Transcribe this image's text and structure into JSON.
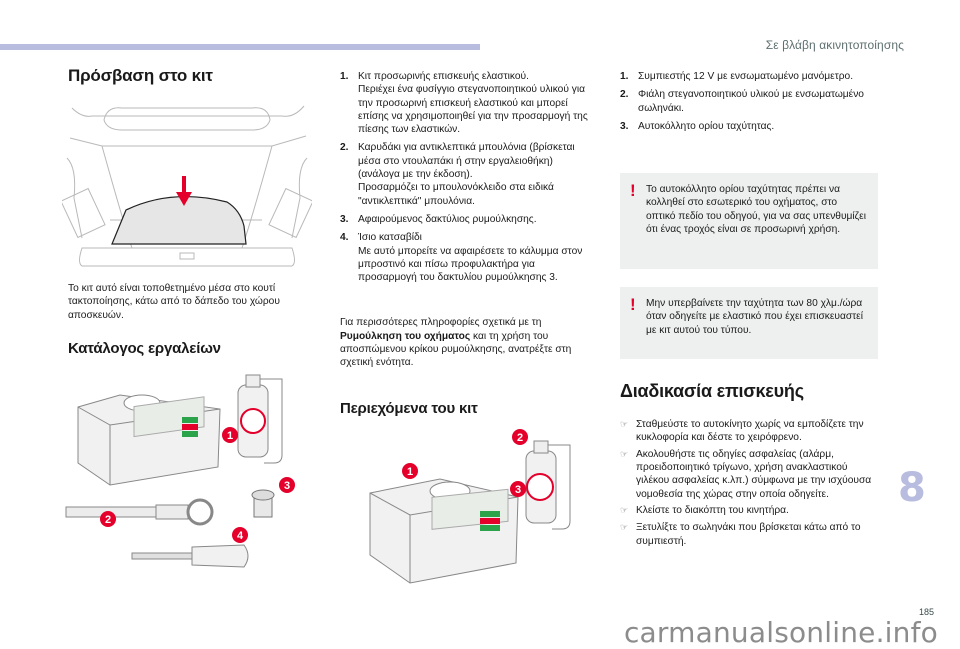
{
  "header": {
    "section_title": "Σε βλάβη ακινητοποίησης",
    "accent_color": "#b8bcdf"
  },
  "column1": {
    "title": "Πρόσβαση στο κιτ",
    "trunk_image_alt": "trunk-floor-illustration",
    "location_text": "Το κιτ αυτό είναι τοποθετημένο μέσα στο κουτί τακτοποίησης, κάτω από το δάπεδο του χώρου αποσκευών.",
    "tools_heading": "Κατάλογος εργαλείων",
    "tool_badges": [
      "1",
      "2",
      "3",
      "4"
    ]
  },
  "column2": {
    "items": [
      {
        "num": "1.",
        "lines": [
          "Κιτ προσωρινής επισκευής ελαστικού.",
          "Περιέχει ένα φυσίγγιο στεγανοποιητικού υλικού για την προσωρινή επισκευή ελαστικού και μπορεί επίσης να χρησιμοποιηθεί για την προσαρμογή της πίεσης των ελαστικών."
        ]
      },
      {
        "num": "2.",
        "lines": [
          "Καρυδάκι για αντικλεπτικά μπουλόνια (βρίσκεται μέσα στο ντουλαπάκι ή στην εργαλειοθήκη) (ανάλογα με την έκδοση).",
          "Προσαρμόζει το μπουλονόκλειδο στα ειδικά \"αντικλεπτικά\" μπουλόνια."
        ]
      },
      {
        "num": "3.",
        "lines": [
          "Αφαιρούμενος δακτύλιος ρυμούλκησης."
        ]
      },
      {
        "num": "4.",
        "lines": [
          "Ίσιο κατσαβίδι",
          "Με αυτό μπορείτε να αφαιρέσετε το κάλυμμα στον μπροστινό και πίσω προφυλακτήρα για προσαρμογή του δακτυλίου ρυμούλκησης 3."
        ]
      }
    ],
    "info_prefix": "Για περισσότερες πληροφορίες σχετικά με τη ",
    "info_bold": "Ρυμούλκηση του οχήματος",
    "info_suffix": " και τη χρήση του αποσπώμενου κρίκου ρυμούλκησης, ανατρέξτε στη σχετική ενότητα.",
    "contents_heading": "Περιεχόμενα του κιτ",
    "kit_badges": [
      "1",
      "2",
      "3"
    ]
  },
  "column3": {
    "items": [
      {
        "num": "1.",
        "text": "Συμπιεστής 12 V με ενσωματωμένο μανόμετρο."
      },
      {
        "num": "2.",
        "text": "Φιάλη στεγανοποιητικού υλικού με ενσωματωμένο σωληνάκι."
      },
      {
        "num": "3.",
        "text": "Αυτοκόλλητο ορίου ταχύτητας."
      }
    ],
    "warnings": [
      "Το αυτοκόλλητο ορίου ταχύτητας πρέπει να κολληθεί στο εσωτερικό του οχήματος, στο οπτικό πεδίο του οδηγού, για να σας υπενθυμίζει ότι ένας τροχός είναι σε προσωρινή χρήση.",
      "Μην υπερβαίνετε την ταχύτητα των 80 χλμ./ώρα όταν οδηγείτε με ελαστικό που έχει επισκευαστεί με κιτ αυτού του τύπου."
    ],
    "warning_icon": "!",
    "procedure_heading": "Διαδικασία επισκευής",
    "steps": [
      "Σταθμεύστε το αυτοκίνητο χωρίς να εμποδίζετε την κυκλοφορία και δέστε το χειρόφρενο.",
      "Ακολουθήστε τις οδηγίες ασφαλείας (αλάρμ, προειδοποιητικό τρίγωνο, χρήση ανακλαστικού γιλέκου ασφαλείας κ.λπ.) σύμφωνα με την ισχύουσα νομοθεσία της χώρας στην οποία οδηγείτε.",
      "Κλείστε το διακόπτη του κινητήρα.",
      "Ξετυλίξτε το σωληνάκι που βρίσκεται κάτω από το συμπιεστή."
    ],
    "step_icon": "☞"
  },
  "footer": {
    "chapter_number": "8",
    "page_number": "185",
    "watermark": "carmanualsonline.info"
  }
}
